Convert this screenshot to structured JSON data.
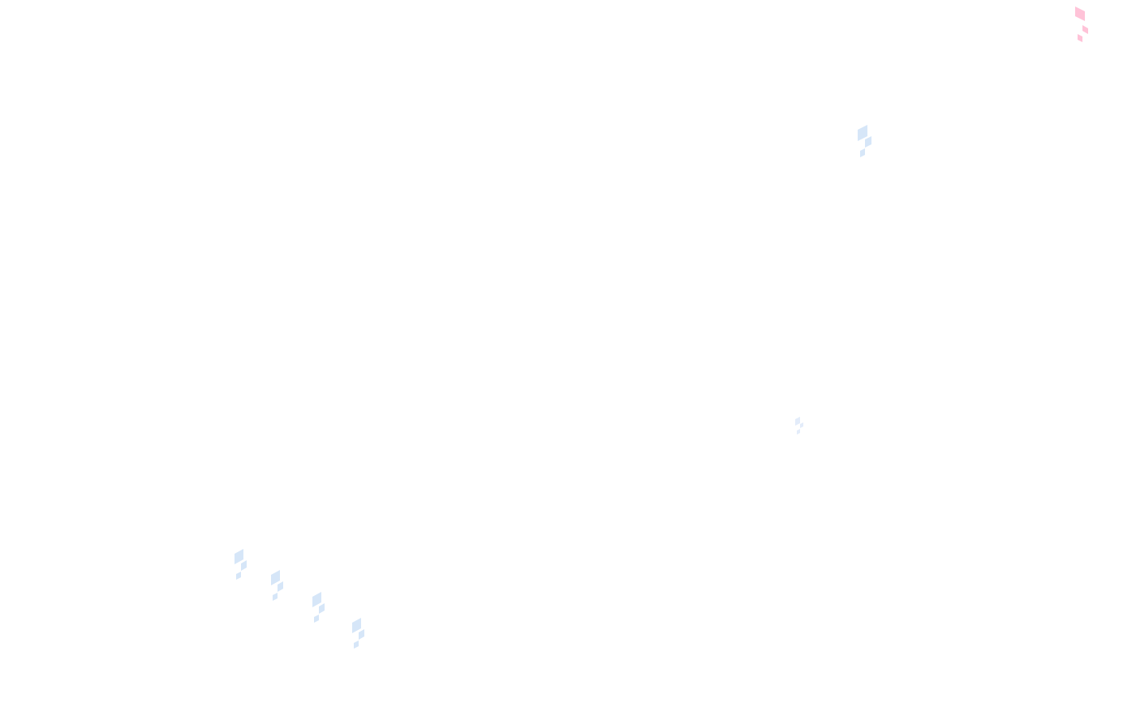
{
  "colors": {
    "background": "#ffffff",
    "pink_shard": "#ffc3d8",
    "blue_shard": "#d6e6f8",
    "blue_shard_faint": "#e3ecfa"
  },
  "decorations": [
    {
      "name": "pink-confetti-icon",
      "color": "pink_shard"
    },
    {
      "name": "blue-confetti-icon",
      "color": "blue_shard"
    },
    {
      "name": "blue-confetti-icon",
      "color": "blue_shard_faint"
    },
    {
      "name": "blue-confetti-icon",
      "color": "blue_shard"
    },
    {
      "name": "blue-confetti-icon",
      "color": "blue_shard"
    },
    {
      "name": "blue-confetti-icon",
      "color": "blue_shard"
    },
    {
      "name": "blue-confetti-icon",
      "color": "blue_shard"
    }
  ]
}
